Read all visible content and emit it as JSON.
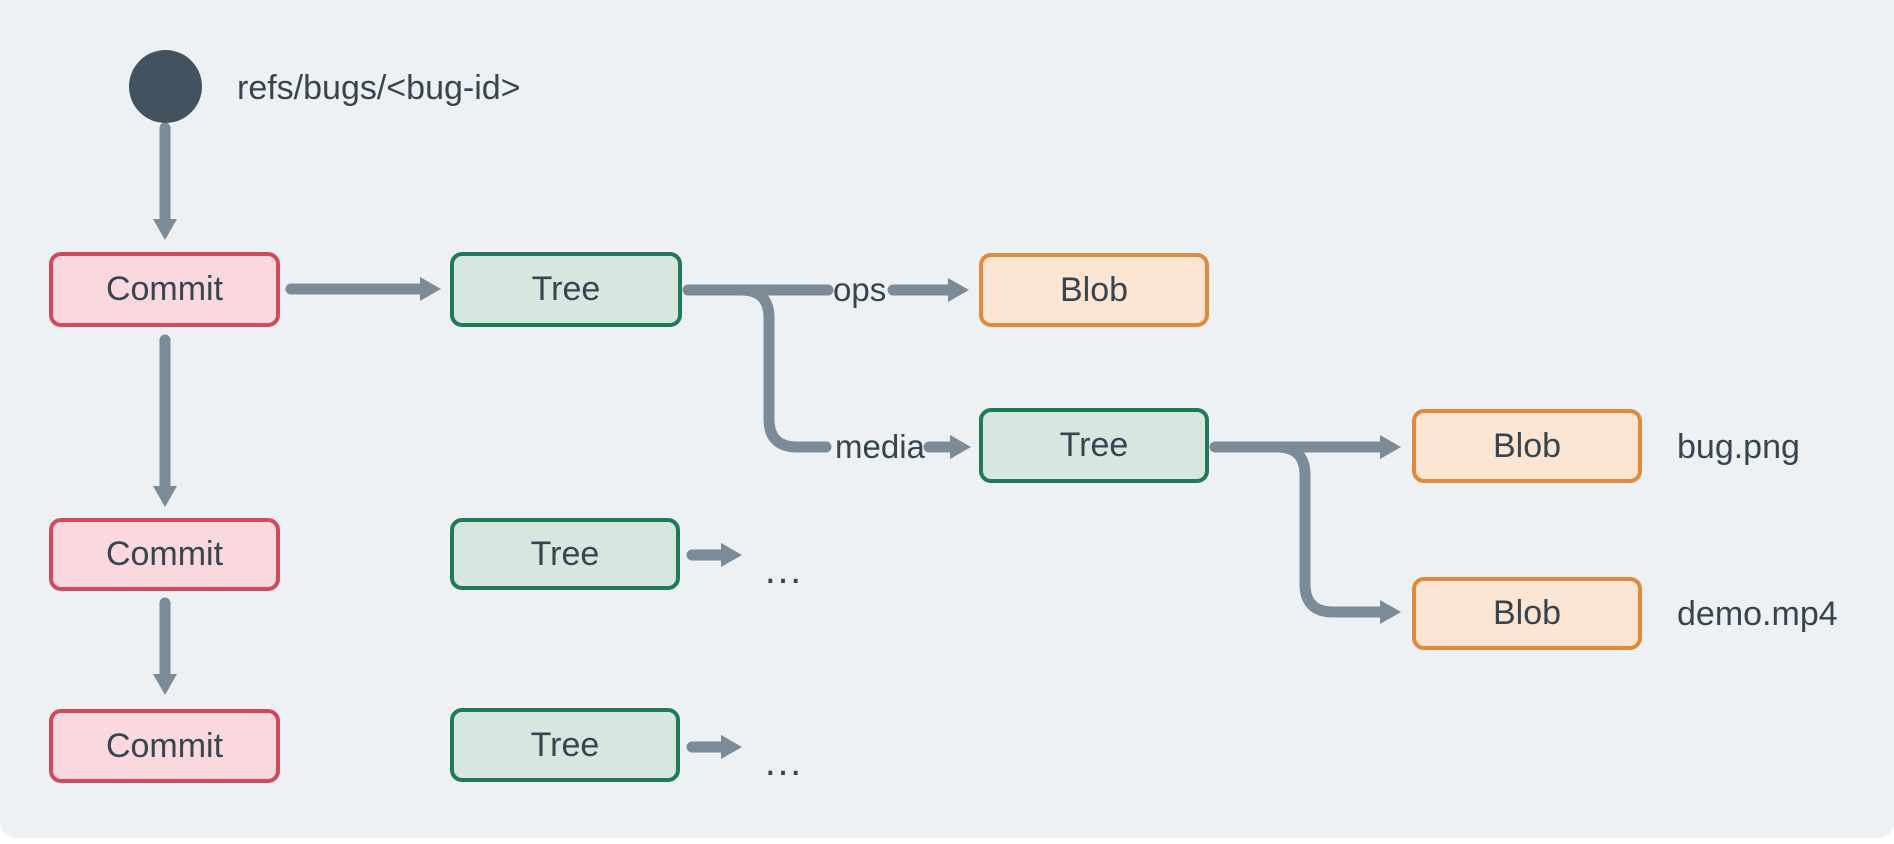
{
  "colors": {
    "page": "#ffffff",
    "bg": "#edf1f4",
    "arrow": "#7b8c98",
    "text": "#36454f",
    "circle": "#42525f",
    "commit_fill": "#f9d9de",
    "commit_border": "#d4495a",
    "tree_fill": "#d7e6de",
    "tree_border": "#1f7a5a",
    "blob_fill": "#fce5d2",
    "blob_border": "#e1893c"
  },
  "ref": {
    "label": "refs/bugs/<bug-id>"
  },
  "nodes": {
    "commit1": {
      "label": "Commit"
    },
    "commit2": {
      "label": "Commit"
    },
    "commit3": {
      "label": "Commit"
    },
    "tree_root": {
      "label": "Tree"
    },
    "tree_media": {
      "label": "Tree"
    },
    "tree_row2": {
      "label": "Tree"
    },
    "tree_row3": {
      "label": "Tree"
    },
    "blob_ops": {
      "label": "Blob"
    },
    "blob_bug": {
      "label": "Blob"
    },
    "blob_demo": {
      "label": "Blob"
    }
  },
  "edge_labels": {
    "ops": "ops",
    "media": "media"
  },
  "file_labels": {
    "bug": "bug.png",
    "demo": "demo.mp4"
  },
  "ellipsis": {
    "row2": "…",
    "row3": "…"
  },
  "edges": [
    {
      "from": "ref",
      "to": "commit1"
    },
    {
      "from": "commit1",
      "to": "tree_root"
    },
    {
      "from": "tree_root",
      "to": "blob_ops",
      "label": "ops"
    },
    {
      "from": "tree_root",
      "to": "tree_media",
      "label": "media"
    },
    {
      "from": "tree_media",
      "to": "blob_bug",
      "file": "bug.png"
    },
    {
      "from": "tree_media",
      "to": "blob_demo",
      "file": "demo.mp4"
    },
    {
      "from": "commit1",
      "to": "commit2"
    },
    {
      "from": "commit2",
      "to": "commit3"
    },
    {
      "from": "commit2",
      "to": "tree_row2"
    },
    {
      "from": "commit3",
      "to": "tree_row3"
    },
    {
      "from": "tree_row2",
      "to": "…"
    },
    {
      "from": "tree_row3",
      "to": "…"
    }
  ]
}
